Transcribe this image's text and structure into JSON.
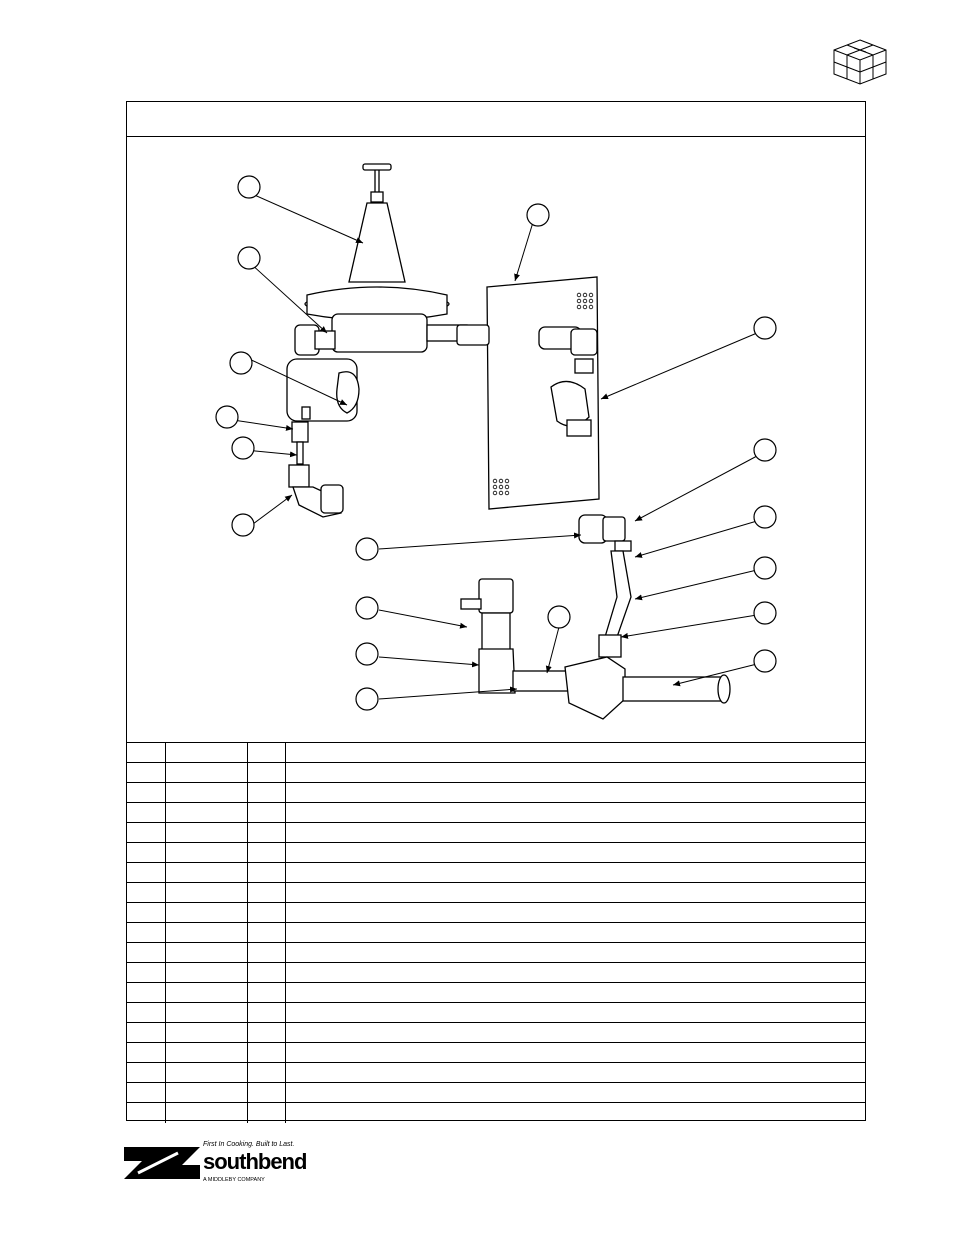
{
  "page": {
    "title": "",
    "header_icon": "exploded-cube-icon"
  },
  "drawing": {
    "callout_labels": [
      "",
      "",
      "",
      "",
      "",
      "",
      "",
      "",
      "",
      "",
      "",
      "",
      "",
      "",
      "",
      "",
      "",
      ""
    ]
  },
  "parts_table": {
    "rows": [
      {
        "item": "",
        "part": "",
        "qty": "",
        "desc": ""
      },
      {
        "item": "",
        "part": "",
        "qty": "",
        "desc": ""
      },
      {
        "item": "",
        "part": "",
        "qty": "",
        "desc": ""
      },
      {
        "item": "",
        "part": "",
        "qty": "",
        "desc": ""
      },
      {
        "item": "",
        "part": "",
        "qty": "",
        "desc": ""
      },
      {
        "item": "",
        "part": "",
        "qty": "",
        "desc": ""
      },
      {
        "item": "",
        "part": "",
        "qty": "",
        "desc": ""
      },
      {
        "item": "",
        "part": "",
        "qty": "",
        "desc": ""
      },
      {
        "item": "",
        "part": "",
        "qty": "",
        "desc": ""
      },
      {
        "item": "",
        "part": "",
        "qty": "",
        "desc": ""
      },
      {
        "item": "",
        "part": "",
        "qty": "",
        "desc": ""
      },
      {
        "item": "",
        "part": "",
        "qty": "",
        "desc": ""
      },
      {
        "item": "",
        "part": "",
        "qty": "",
        "desc": ""
      },
      {
        "item": "",
        "part": "",
        "qty": "",
        "desc": ""
      },
      {
        "item": "",
        "part": "",
        "qty": "",
        "desc": ""
      },
      {
        "item": "",
        "part": "",
        "qty": "",
        "desc": ""
      },
      {
        "item": "",
        "part": "",
        "qty": "",
        "desc": ""
      },
      {
        "item": "",
        "part": "",
        "qty": "",
        "desc": ""
      },
      {
        "item": "",
        "part": "",
        "qty": "",
        "desc": ""
      }
    ]
  },
  "footer": {
    "tagline": "First In Cooking. Built to Last.",
    "brand": "southbend",
    "subtitle": "A MIDDLEBY COMPANY",
    "logo_icon": "southbend-logo-icon"
  }
}
